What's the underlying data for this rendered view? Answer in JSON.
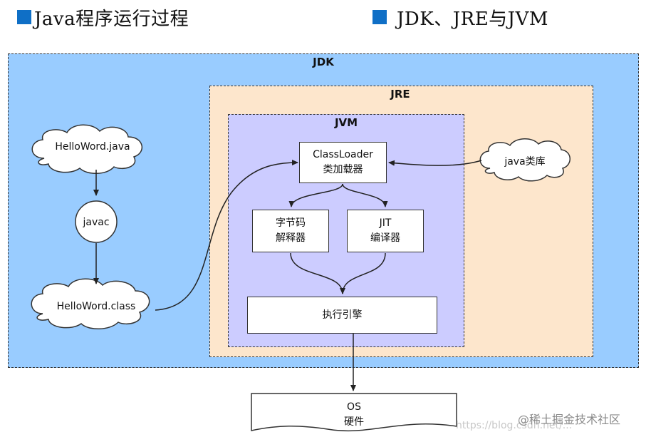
{
  "header": {
    "left_title": "Java程序运行过程",
    "right_title": "JDK、JRE与JVM"
  },
  "regions": {
    "jdk": "JDK",
    "jre": "JRE",
    "jvm": "JVM"
  },
  "nodes": {
    "source_file": "HelloWord.java",
    "compiler": "javac",
    "class_file": "HelloWord.class",
    "java_library": "java类库",
    "classloader_en": "ClassLoader",
    "classloader_cn": "类加载器",
    "interpreter_line1": "字节码",
    "interpreter_line2": "解释器",
    "jit_line1": "JIT",
    "jit_line2": "编译器",
    "execution_engine": "执行引擎",
    "os_line1": "OS",
    "os_line2": "硬件"
  },
  "watermark": {
    "text": "@稀土掘金技术社区",
    "url_fragment": "https://blog.csdn.net/..."
  },
  "colors": {
    "title_square": "#0f6fc6",
    "jdk_fill": "#99ccff",
    "jre_fill": "#fde6cc",
    "jvm_fill": "#ccccff"
  }
}
